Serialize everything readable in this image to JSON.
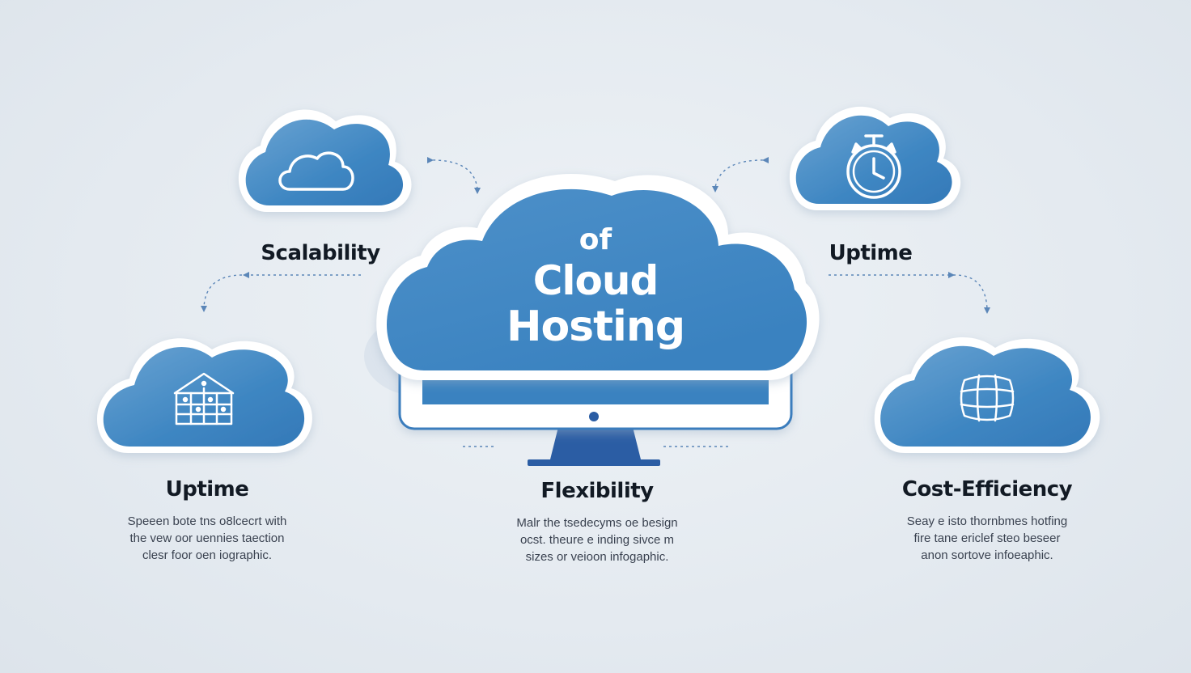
{
  "hero": {
    "line1": "of",
    "line2": "Cloud",
    "line3": "Hosting"
  },
  "features": [
    {
      "id": "scalability",
      "label": "Scalability",
      "icon": "cloud-icon"
    },
    {
      "id": "uptime-top",
      "label": "Uptime",
      "icon": "stopwatch-icon"
    },
    {
      "id": "uptime-bottom",
      "label": "Uptime",
      "icon": "server-house-icon",
      "desc": [
        "Speeen bote tns o8lcecrt with",
        "the vew oor uennies taection",
        "clesr foor oen iographic."
      ]
    },
    {
      "id": "flexibility",
      "label": "Flexibility",
      "icon": "monitor-icon",
      "desc": [
        "Malr the tsedecyms oe besign",
        "ocst. theure e inding sivce m",
        "sizes or veioon infogaphic."
      ]
    },
    {
      "id": "cost-efficiency",
      "label": "Cost-Efficiency",
      "icon": "globe-grid-icon",
      "desc": [
        "Seay e isto thornbmes hotfing",
        "fire tane ericlef steo beseer",
        "anon sortove infoeaphic."
      ]
    }
  ],
  "colors": {
    "cloud_fill": "#3e86c2",
    "cloud_fill_light": "#6aa3d2",
    "cloud_outline": "#ffffff",
    "monitor_stand": "#2b5da4",
    "background": "#e4eaf0",
    "text_dark": "#121a24"
  }
}
